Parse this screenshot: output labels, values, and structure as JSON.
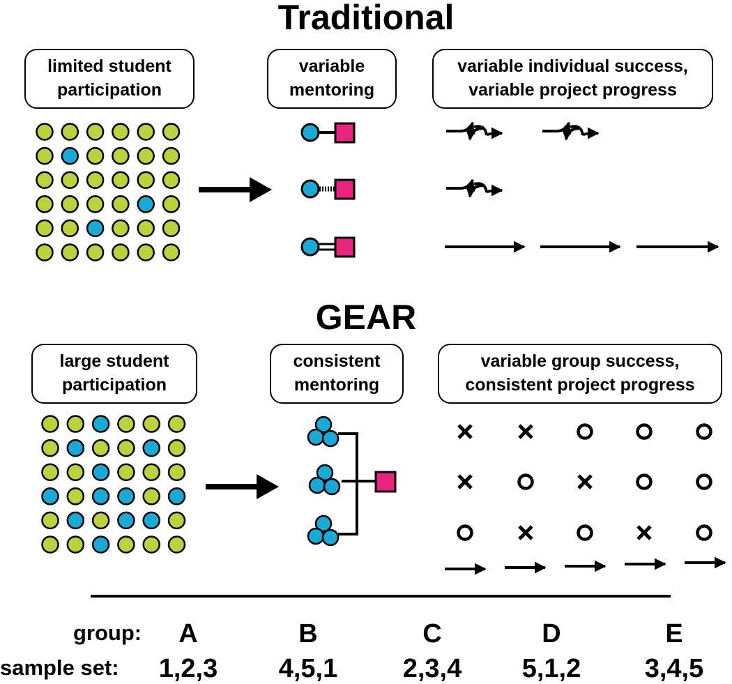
{
  "traditional": {
    "title": "Traditional",
    "box_participation": [
      "limited student",
      "participation"
    ],
    "box_mentoring": [
      "variable",
      "mentoring"
    ],
    "box_outcome": [
      "variable individual success,",
      "variable project progress"
    ]
  },
  "gear": {
    "title": "GEAR",
    "box_participation": [
      "large student",
      "participation"
    ],
    "box_mentoring": [
      "consistent",
      "mentoring"
    ],
    "box_outcome": [
      "variable group success,",
      "consistent project progress"
    ],
    "outcome_grid": [
      [
        "x",
        "x",
        "o",
        "o",
        "o"
      ],
      [
        "x",
        "o",
        "x",
        "o",
        "o"
      ],
      [
        "o",
        "x",
        "o",
        "x",
        "o"
      ]
    ]
  },
  "footer": {
    "group_label": "group:",
    "sample_label": "sample set:",
    "groups": [
      "A",
      "B",
      "C",
      "D",
      "E"
    ],
    "sample_sets": [
      "1,2,3",
      "4,5,1",
      "2,3,4",
      "5,1,2",
      "3,4,5"
    ]
  },
  "colors": {
    "green": "#bdd13f",
    "blue": "#1ba9d6",
    "pink": "#e8247e",
    "ink": "#000000"
  },
  "grids": {
    "traditional_blue_dots": [
      [
        1,
        1
      ],
      [
        3,
        4
      ],
      [
        4,
        2
      ]
    ],
    "gear_blue_dots": [
      [
        0,
        2
      ],
      [
        1,
        1
      ],
      [
        1,
        4
      ],
      [
        2,
        2
      ],
      [
        3,
        0
      ],
      [
        3,
        2
      ],
      [
        3,
        3
      ],
      [
        3,
        5
      ],
      [
        4,
        1
      ],
      [
        4,
        3
      ],
      [
        4,
        4
      ],
      [
        5,
        2
      ]
    ]
  }
}
